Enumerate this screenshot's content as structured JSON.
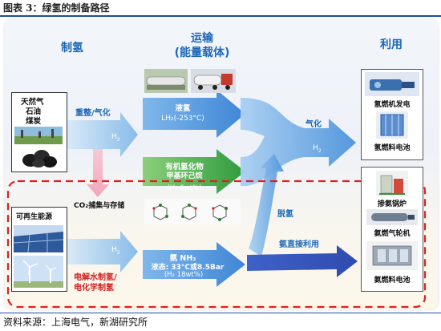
{
  "figure_title": "图表 3：绿氢的制备路径",
  "columns": {
    "production": "制氢",
    "transport_line1": "运输",
    "transport_line2": "(能量载体)",
    "usage": "利用"
  },
  "sources": {
    "fossil_line1": "天然气",
    "fossil_line2": "石油",
    "fossil_line3": "煤炭",
    "renewable": "可再生能源"
  },
  "processes": {
    "reforming": "重整/气化",
    "h2_top": "H",
    "h2_sub": "2",
    "co2_capture": "CO₂捕集与存储",
    "electrolysis_line1": "电解水制氢/",
    "electrolysis_line2": "电化学制氢",
    "gasify": "气化",
    "dehydrogenation": "脱氢",
    "direct_ammonia": "氨直接利用"
  },
  "carriers": {
    "liquid_h2_title": "液氢",
    "liquid_h2_detail": "LH₂(-253°C)",
    "organic_title": "有机氢化物",
    "organic_sub": "甲基环己烷",
    "organic_detail": "(H₂ 6wt%)",
    "ammonia_title": "氨 NH₃",
    "ammonia_detail": "液态: 33°C或8.5Bar",
    "ammonia_weight": "(H₂ 18wt%)"
  },
  "applications_top": [
    "氢燃机发电",
    "氢燃料电池"
  ],
  "applications_bottom": [
    "掺氨锅炉",
    "氨燃气轮机",
    "氨燃料电池"
  ],
  "source_note": "资料来源：上海电气，新湖研究所",
  "colors": {
    "blue_arrow": "#2f6fc8",
    "light_blue_arrow": "#8cc2ee",
    "green_arrow": "#3ca64a",
    "pink_arrow": "#f4b3c4",
    "dashed_border": "#e02020",
    "header_blue": "#1d67b7"
  }
}
